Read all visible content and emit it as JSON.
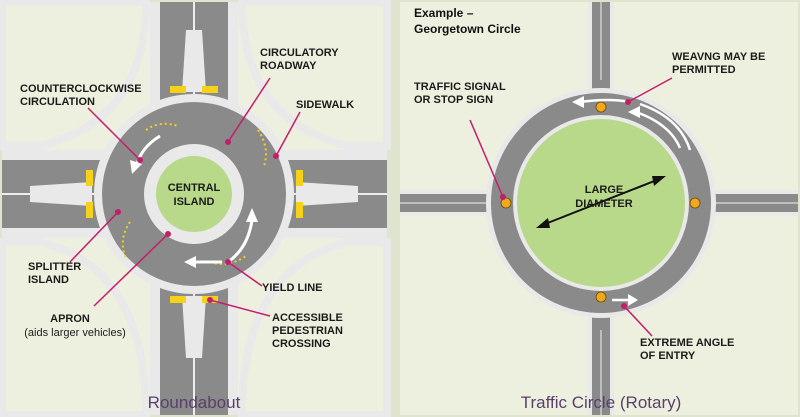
{
  "colors": {
    "background": "#dfe4cf",
    "panel": "#eef0df",
    "road": "#8a8a8a",
    "curb": "#eaeaea",
    "island": "#b8d98a",
    "yellow": "#f5d218",
    "leader": "#c41d6a",
    "title": "#5a3f6b"
  },
  "roundabout": {
    "title": "Roundabout",
    "central_island": [
      "CENTRAL",
      "ISLAND"
    ],
    "labels": {
      "counterclockwise": [
        "COUNTERCLOCKWISE",
        "CIRCULATION"
      ],
      "circulatory": [
        "CIRCULATORY",
        "ROADWAY"
      ],
      "sidewalk": "SIDEWALK",
      "splitter": [
        "SPLITTER",
        "ISLAND"
      ],
      "apron": "APRON",
      "apron_note": "(aids larger vehicles)",
      "yield": "YIELD LINE",
      "pedestrian": [
        "ACCESSIBLE",
        "PEDESTRIAN",
        "CROSSING"
      ]
    }
  },
  "traffic_circle": {
    "title": "Traffic Circle (Rotary)",
    "example": [
      "Example –",
      "Georgetown Circle"
    ],
    "large_diameter": [
      "LARGE",
      "DIAMETER"
    ],
    "labels": {
      "signal": [
        "TRAFFIC SIGNAL",
        "OR STOP SIGN"
      ],
      "weaving": [
        "WEAVNG MAY BE",
        "PERMITTED"
      ],
      "extreme": [
        "EXTREME ANGLE",
        "OF ENTRY"
      ]
    }
  }
}
